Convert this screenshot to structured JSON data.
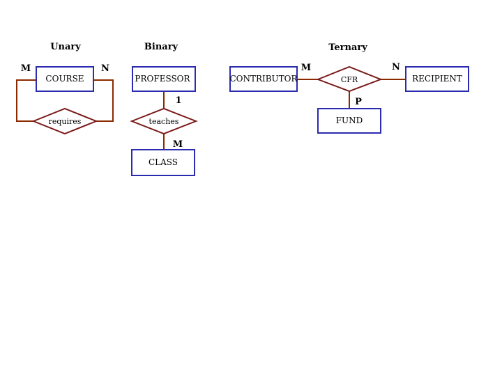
{
  "sections": {
    "unary": "Unary",
    "binary": "Binary",
    "ternary": "Ternary"
  },
  "unary": {
    "entity": "COURSE",
    "relationship": "requires",
    "card_left": "M",
    "card_right": "N"
  },
  "binary": {
    "entity_top": "PROFESSOR",
    "relationship": "teaches",
    "entity_bottom": "CLASS",
    "card_top": "1",
    "card_bottom": "M"
  },
  "ternary": {
    "entity_left": "CONTRIBUTOR",
    "relationship": "CFR",
    "entity_right": "RECIPIENT",
    "entity_bottom": "FUND",
    "card_left": "M",
    "card_right": "N",
    "card_bottom": "P"
  },
  "colors": {
    "entity_border": "#2b2bb0",
    "relationship_border": "#7a1a1a",
    "connector": "#8b2a00"
  }
}
